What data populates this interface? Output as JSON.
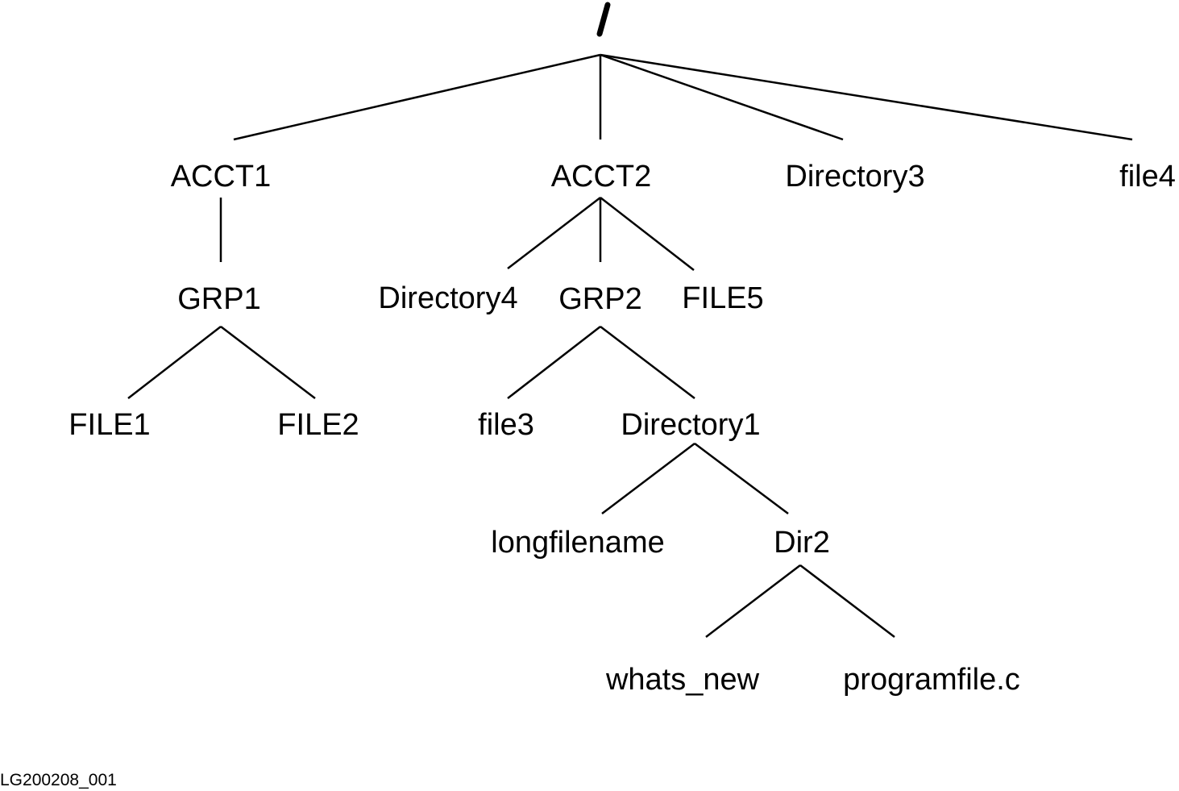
{
  "root": {
    "label": "/"
  },
  "nodes": {
    "acct1": "ACCT1",
    "acct2": "ACCT2",
    "directory3": "Directory3",
    "file4": "file4",
    "grp1": "GRP1",
    "directory4": "Directory4",
    "grp2": "GRP2",
    "file5": "FILE5",
    "file1": "FILE1",
    "file2": "FILE2",
    "file3": "file3",
    "directory1": "Directory1",
    "longfilename": "longfilename",
    "dir2": "Dir2",
    "whats_new": "whats_new",
    "programfile": "programfile.c"
  },
  "figure_id": "LG200208_001"
}
